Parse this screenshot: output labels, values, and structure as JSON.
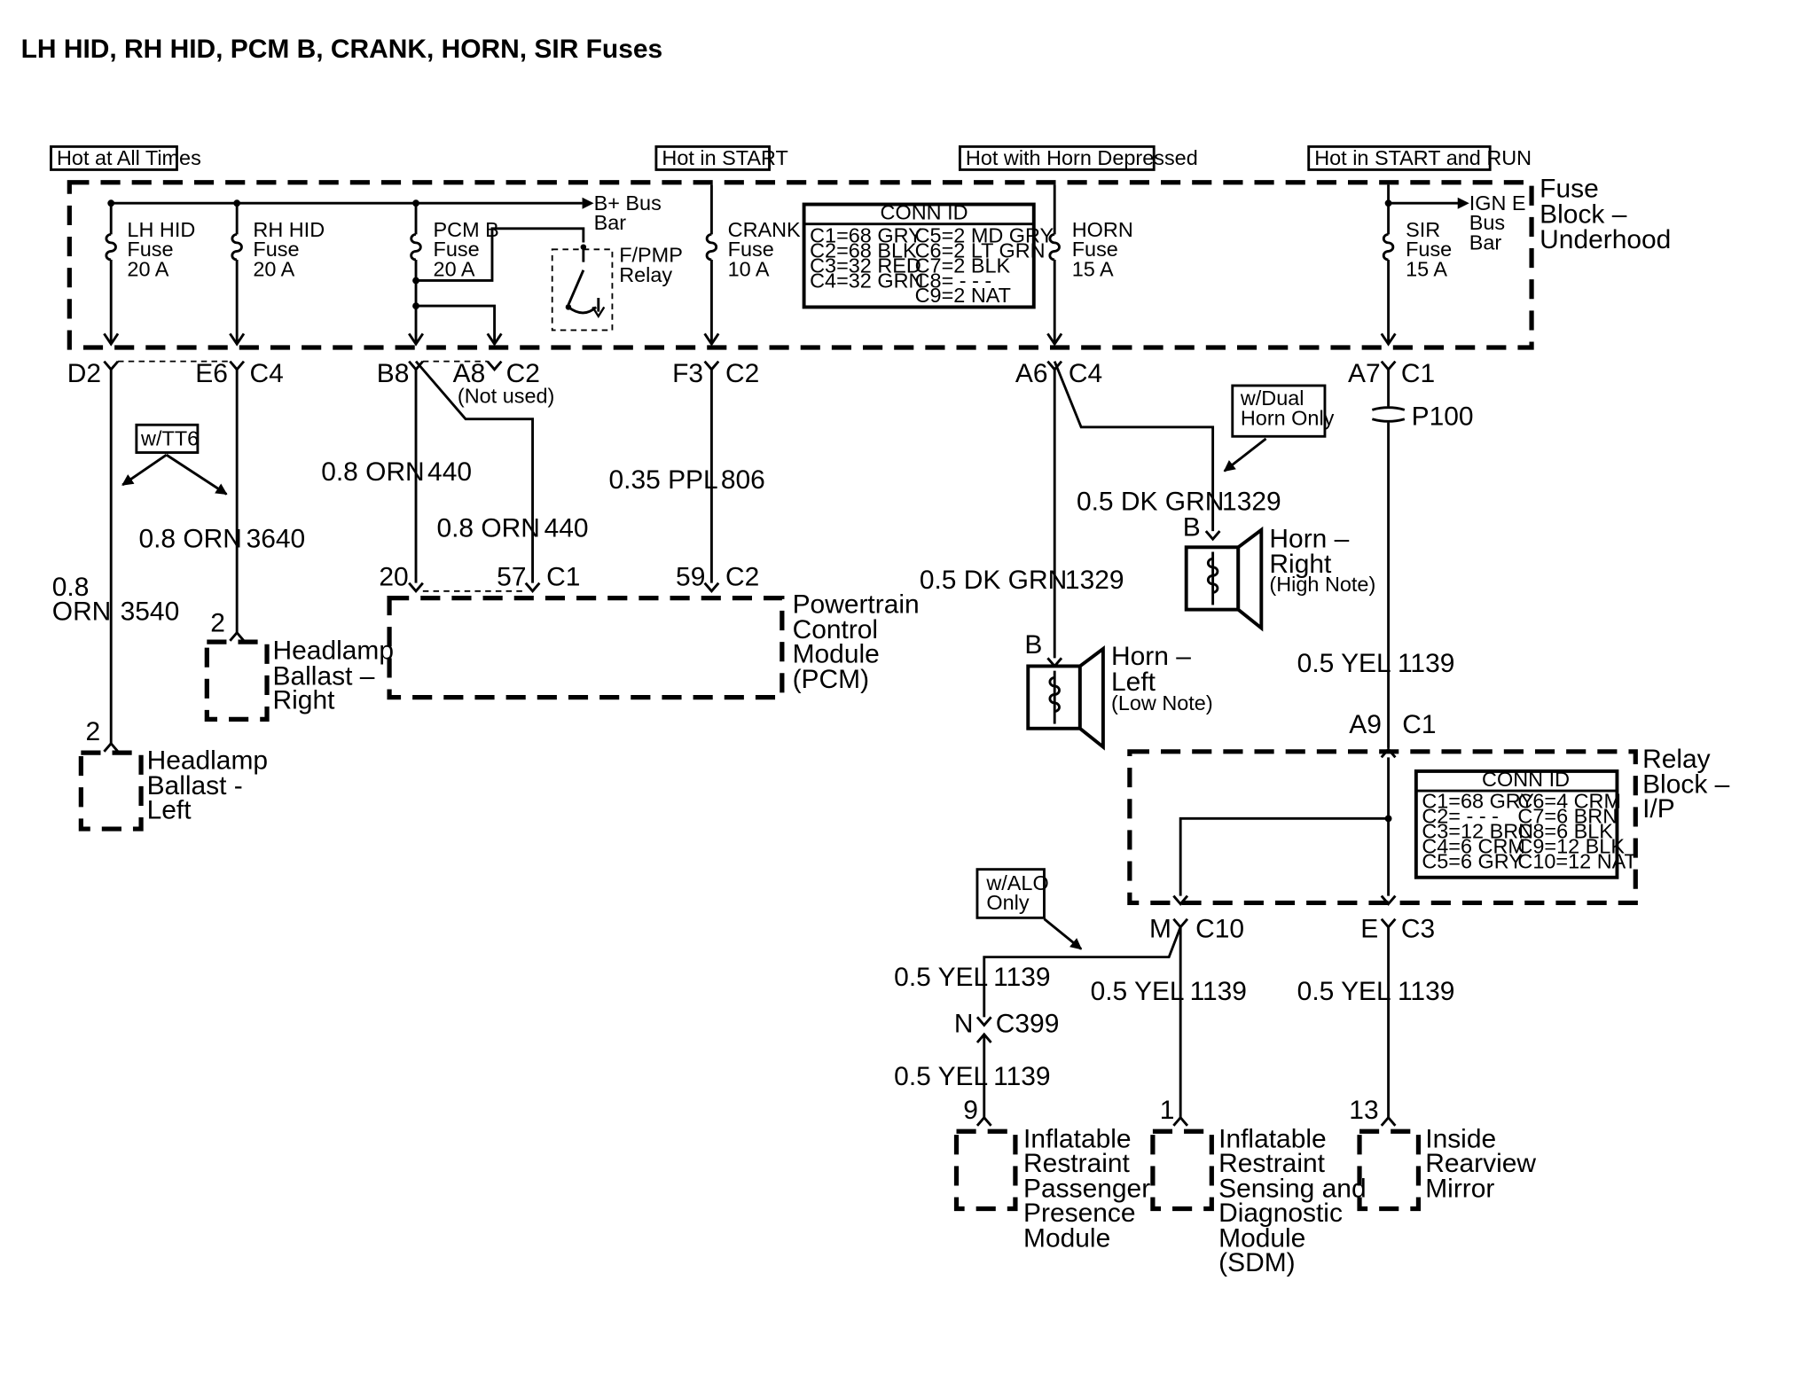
{
  "title": "LH HID, RH HID, PCM B, CRANK, HORN, SIR Fuses",
  "power_labels": {
    "hot_all_times": "Hot at All Times",
    "hot_start": "Hot in START",
    "hot_horn": "Hot with Horn Depressed",
    "hot_start_run": "Hot in START and RUN"
  },
  "fuse_block": {
    "name": "Fuse Block – Underhood",
    "name_lines": [
      "Fuse",
      "Block –",
      "Underhood"
    ],
    "bplus_bus": [
      "B+ Bus",
      "Bar"
    ],
    "igne_bus": [
      "IGN E",
      "Bus",
      "Bar"
    ],
    "fpmp_relay": [
      "F/PMP",
      "Relay"
    ],
    "fuses": [
      {
        "lines": [
          "LH HID",
          "Fuse",
          "20 A"
        ]
      },
      {
        "lines": [
          "RH HID",
          "Fuse",
          "20 A"
        ]
      },
      {
        "lines": [
          "PCM B",
          "Fuse",
          "20 A"
        ]
      },
      {
        "lines": [
          "CRANK",
          "Fuse",
          "10 A"
        ]
      },
      {
        "lines": [
          "HORN",
          "Fuse",
          "15 A"
        ]
      },
      {
        "lines": [
          "SIR",
          "Fuse",
          "15 A"
        ]
      }
    ],
    "conn_id": {
      "heading": "CONN ID",
      "left": [
        "C1=68 GRY",
        "C2=68 BLK",
        "C3=32 RED",
        "C4=32 GRN"
      ],
      "right": [
        "C5=2 MD GRY",
        "C6=2 LT GRN",
        "C7=2 BLK",
        "C8= - - -",
        "C9=2 NAT"
      ]
    }
  },
  "pins": {
    "d2": "D2",
    "e6": "E6",
    "c4a": "C4",
    "b8": "B8",
    "a8": "A8",
    "c2a": "C2",
    "not_used": "(Not used)",
    "f3": "F3",
    "c2b": "C2",
    "a6": "A6",
    "c4b": "C4",
    "a7": "A7",
    "c1a": "C1",
    "p100": "P100",
    "pcm20": "20",
    "pcm57": "57",
    "pcm_c1": "C1",
    "pcm59": "59",
    "pcm_c2": "C2",
    "ballast_r_pin": "2",
    "ballast_l_pin": "2",
    "horn_r_pin": "B",
    "horn_l_pin": "B",
    "a9": "A9",
    "c1b": "C1",
    "m": "M",
    "c10": "C10",
    "e": "E",
    "c3": "C3",
    "n": "N",
    "c399": "C399",
    "ppm_pin": "9",
    "sdm_pin": "1",
    "mirror_pin": "13"
  },
  "options": {
    "tt6": "w/TT6",
    "dual_horn": [
      "w/Dual",
      "Horn Only"
    ],
    "alo": [
      "w/ALO",
      "Only"
    ]
  },
  "wires": {
    "ballast_left": {
      "gauge_lines": [
        "0.8",
        "ORN"
      ],
      "circuit": "3540"
    },
    "ballast_right": {
      "gauge": "0.8 ORN",
      "circuit": "3640"
    },
    "pcm_b8": {
      "gauge": "0.8 ORN",
      "circuit": "440"
    },
    "pcm_57": {
      "gauge": "0.8 ORN",
      "circuit": "440"
    },
    "crank": {
      "gauge": "0.35 PPL",
      "circuit": "806"
    },
    "horn_right": {
      "gauge": "0.5 DK GRN",
      "circuit": "1329"
    },
    "horn_left": {
      "gauge": "0.5 DK GRN",
      "circuit": "1329"
    },
    "sir_main": {
      "gauge": "0.5 YEL",
      "circuit": "1139"
    },
    "ppm_upper": {
      "gauge": "0.5 YEL",
      "circuit": "1139"
    },
    "ppm_lower": {
      "gauge": "0.5 YEL",
      "circuit": "1139"
    },
    "sdm": {
      "gauge": "0.5 YEL",
      "circuit": "1139"
    },
    "mirror": {
      "gauge": "0.5 YEL",
      "circuit": "1139"
    }
  },
  "components": {
    "pcm": [
      "Powertrain",
      "Control",
      "Module",
      "(PCM)"
    ],
    "ballast_right": [
      "Headlamp",
      "Ballast –",
      "Right"
    ],
    "ballast_left": [
      "Headlamp",
      "Ballast -",
      "Left"
    ],
    "horn_right": [
      "Horn –",
      "Right"
    ],
    "horn_right_note": "(High Note)",
    "horn_left": [
      "Horn –",
      "Left"
    ],
    "horn_left_note": "(Low Note)",
    "relay_block": [
      "Relay",
      "Block –",
      "I/P"
    ],
    "ppm": [
      "Inflatable",
      "Restraint",
      "Passenger",
      "Presence",
      "Module"
    ],
    "sdm": [
      "Inflatable",
      "Restraint",
      "Sensing and",
      "Diagnostic",
      "Module",
      "(SDM)"
    ],
    "mirror": [
      "Inside",
      "Rearview",
      "Mirror"
    ]
  },
  "relay_conn_id": {
    "heading": "CONN ID",
    "left": [
      "C1=68 GRY",
      "C2= - - -",
      "C3=12 BRN",
      "C4=6 CRM",
      "C5=6 GRY"
    ],
    "right": [
      "C6=4 CRM",
      "C7=6 BRN",
      "C8=6 BLK",
      "C9=12 BLK",
      "C10=12 NAT"
    ]
  }
}
